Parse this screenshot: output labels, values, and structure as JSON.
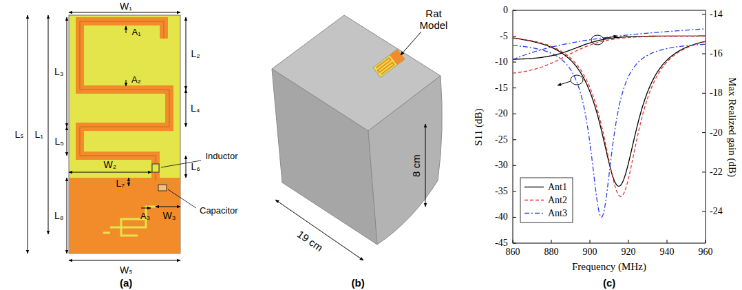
{
  "diagram": {
    "labels": [
      "W₁",
      "A₁",
      "L₂",
      "L₃",
      "A₂",
      "L₄",
      "L₅",
      "Inductor",
      "L₆",
      "A₃",
      "L₇",
      "W₂",
      "W₃",
      "Capacitor",
      "L₈",
      "Lₛ",
      "L₁",
      "Wₛ",
      "(a)",
      "Rat Model",
      "19 cm",
      "8 cm",
      "(b)",
      "0",
      "-5",
      "-10",
      "-15",
      "-20",
      "-25",
      "-30",
      "-35",
      "-40",
      "-45",
      "-14",
      "-16",
      "-18",
      "-20",
      "-22",
      "-24",
      "860",
      "880",
      "900",
      "920",
      "940",
      "960",
      "S11 (dB)",
      "Max Realized gain (dB)",
      "Frequency (MHz)",
      "(c)"
    ],
    "legend": [
      {
        "text": "Ant1"
      },
      {
        "text": "Ant2"
      },
      {
        "text": "Ant3"
      }
    ]
  }
}
